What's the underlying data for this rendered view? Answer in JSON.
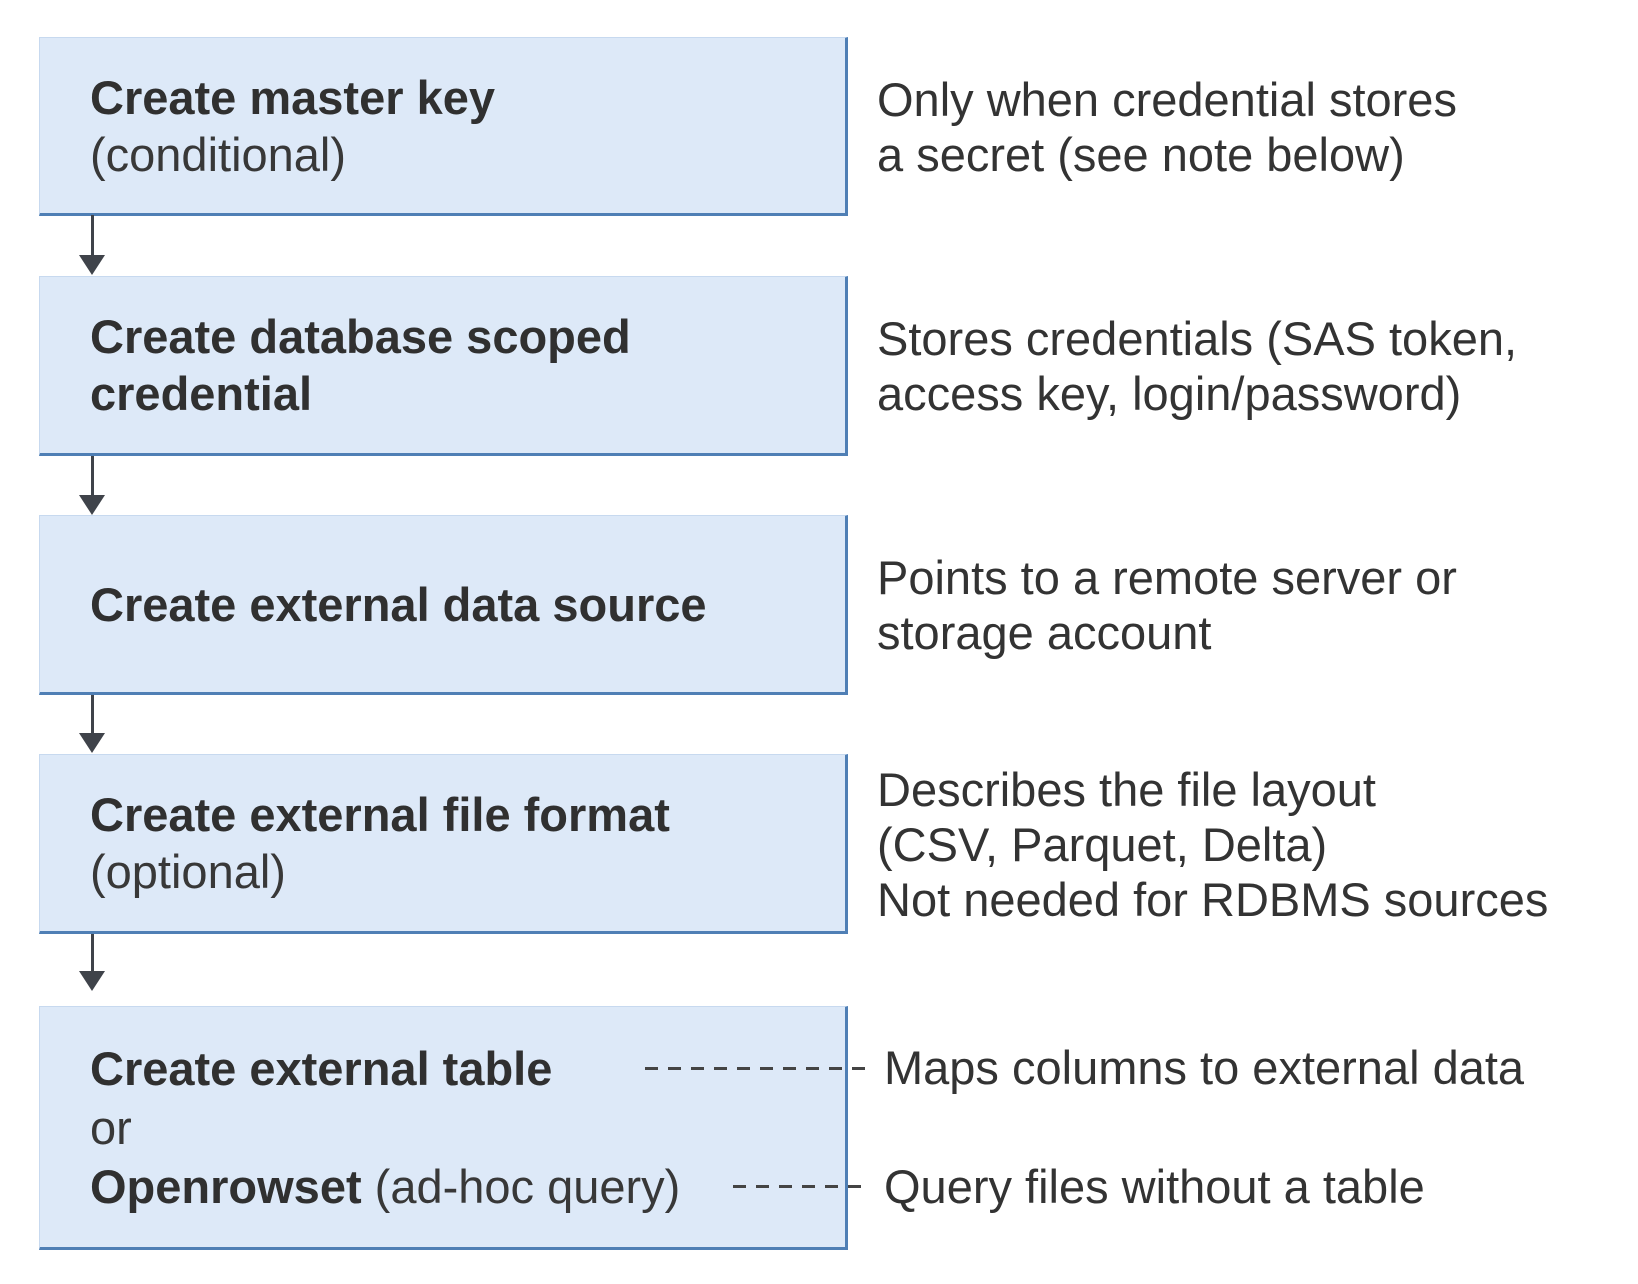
{
  "colors": {
    "box_fill": "#dde9f8",
    "box_border": "#4f7fb5",
    "box_border_light": "#c7d9ef",
    "arrow_color": "#3f434a",
    "text_color": "#333333",
    "dash_color": "#444444"
  },
  "steps": [
    {
      "title": "Create master key",
      "subtitle": "(conditional)"
    },
    {
      "title": "Create database scoped credential"
    },
    {
      "title": "Create external data source"
    },
    {
      "title": "Create external file format",
      "subtitle": "(optional)"
    },
    {
      "line1": "Create external table",
      "line2": "or",
      "line3_bold": "Openrowset",
      "line3_rest": " (ad-hoc query)"
    }
  ],
  "notes": {
    "master_key": [
      "Only when credential stores",
      "a secret (see note below)"
    ],
    "credential": [
      "Stores credentials (SAS token,",
      "access key, login/password)"
    ],
    "data_source": [
      "Points to a remote server or",
      "storage account"
    ],
    "file_format": [
      "Describes the file layout",
      "(CSV, Parquet, Delta)",
      "Not needed for RDBMS sources"
    ],
    "external_table": "Maps columns to external data",
    "openrowset": "Query files without a table"
  }
}
